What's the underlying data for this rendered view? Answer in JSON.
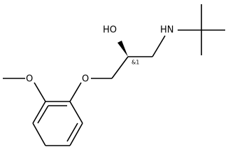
{
  "structure": {
    "atoms": {
      "hydroxyl_oxygen": "HO",
      "ether_oxygen": "O",
      "methoxy_oxygen": "O",
      "amine_nitrogen": "HN"
    },
    "stereo_annotation": "&1"
  }
}
